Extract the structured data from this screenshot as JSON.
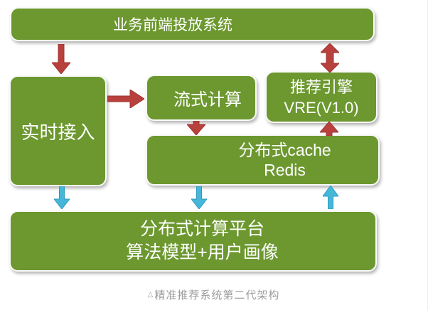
{
  "colors": {
    "box_green": "#6c982f",
    "arrow_red": "#b9413d",
    "arrow_red_stroke": "#9c3531",
    "arrow_blue": "#46b6d9",
    "arrow_blue_stroke": "#2f9cbf",
    "caption_gray": "#9c9c9c",
    "box_text": "#ffffff"
  },
  "nodes": {
    "frontend": {
      "label": "业务前端投放系统"
    },
    "realtime": {
      "label": "实时接入"
    },
    "stream": {
      "label": "流式计算"
    },
    "engine": {
      "line1": "推荐引擎",
      "line2": "VRE(V1.0)"
    },
    "cache": {
      "line1": "分布式cache",
      "line2": "Redis"
    },
    "platform": {
      "line1": "分布式计算平台",
      "line2": "算法模型+用户画像"
    }
  },
  "caption": {
    "marker": "△",
    "text": "精准推荐系统第二代架构"
  }
}
